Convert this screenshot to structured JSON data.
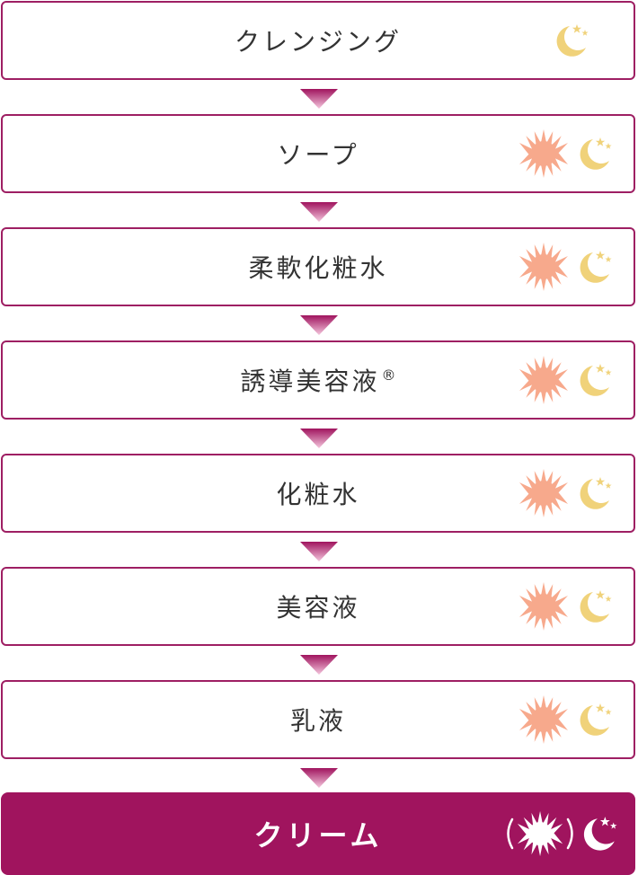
{
  "colors": {
    "border": "#9e1f63",
    "final_background": "#a0145e",
    "text": "#333333",
    "sun": "#f7a98c",
    "moon": "#f0d27a",
    "arrow_top": "#a0145e",
    "arrow_bottom": "#f4c6dd"
  },
  "steps": [
    {
      "label": "クレンジング",
      "icons": [
        "moon-icon"
      ]
    },
    {
      "label": "ソープ",
      "icons": [
        "sun-icon",
        "moon-icon"
      ]
    },
    {
      "label": "柔軟化粧水",
      "icons": [
        "sun-icon",
        "moon-icon"
      ]
    },
    {
      "label": "誘導美容液",
      "mark": "®",
      "icons": [
        "sun-icon",
        "moon-icon"
      ]
    },
    {
      "label": "化粧水",
      "icons": [
        "sun-icon",
        "moon-icon"
      ]
    },
    {
      "label": "美容液",
      "icons": [
        "sun-icon",
        "moon-icon"
      ]
    },
    {
      "label": "乳液",
      "icons": [
        "sun-icon",
        "moon-icon"
      ]
    },
    {
      "label": "クリーム",
      "icons": [
        "sun-icon",
        "moon-icon"
      ]
    }
  ]
}
